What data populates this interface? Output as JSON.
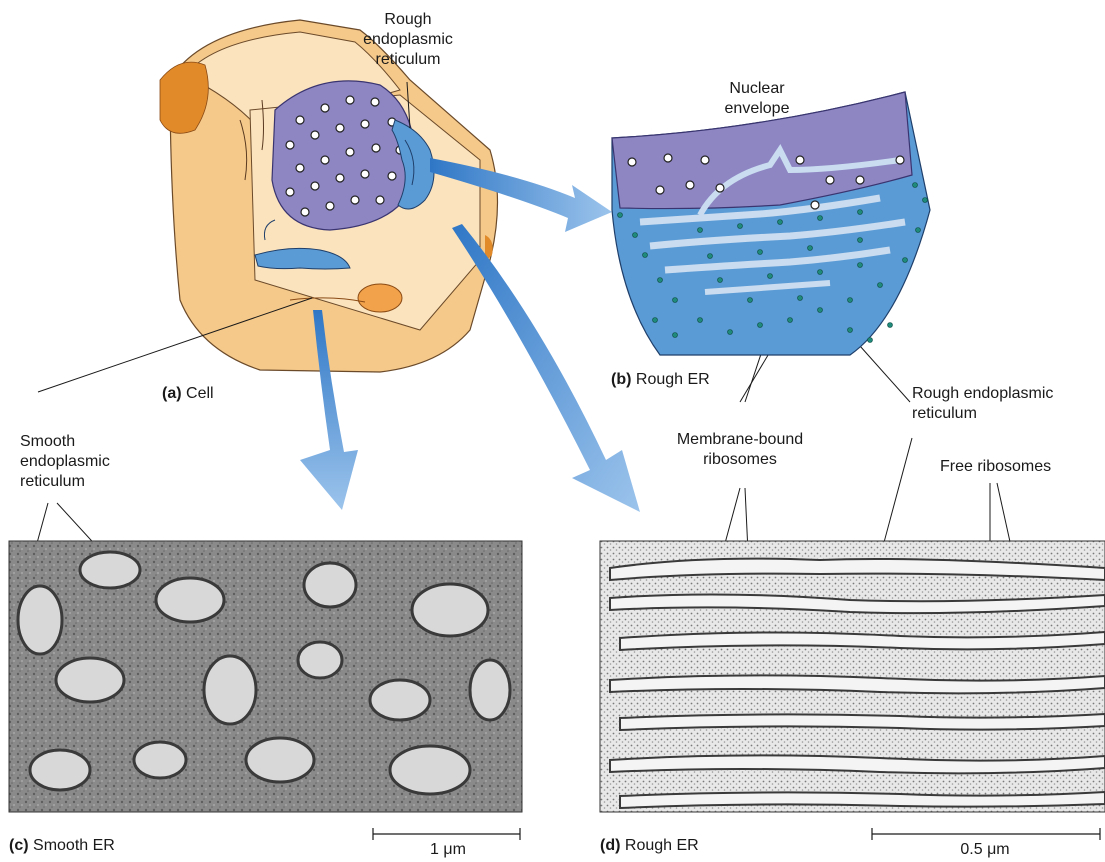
{
  "labels": {
    "rough_er_top": [
      "Rough",
      "endoplasmic",
      "reticulum"
    ],
    "nuclear_envelope": [
      "Nuclear",
      "envelope"
    ],
    "smooth_er": [
      "Smooth",
      "endoplasmic",
      "reticulum"
    ],
    "membrane_bound": [
      "Membrane-bound",
      "ribosomes"
    ],
    "rough_er_right": [
      "Rough endoplasmic",
      "reticulum"
    ],
    "free_ribosomes": "Free ribosomes"
  },
  "captions": {
    "a": {
      "letter": "(a)",
      "text": "Cell"
    },
    "b": {
      "letter": "(b)",
      "text": "Rough ER"
    },
    "c": {
      "letter": "(c)",
      "text": "Smooth ER"
    },
    "d": {
      "letter": "(d)",
      "text": "Rough ER"
    }
  },
  "scale_bars": {
    "c": "1 μm",
    "d": "0.5 μm"
  },
  "colors": {
    "cell_fill": "#f5c98a",
    "cell_light": "#fbe3bd",
    "nucleus": "#8d86c3",
    "er_blue": "#5b9bd5",
    "arrow_blue": "#4a8fd4",
    "ribosome": "#1f8a7a",
    "micrograph_dark": "#4a4a4a"
  }
}
